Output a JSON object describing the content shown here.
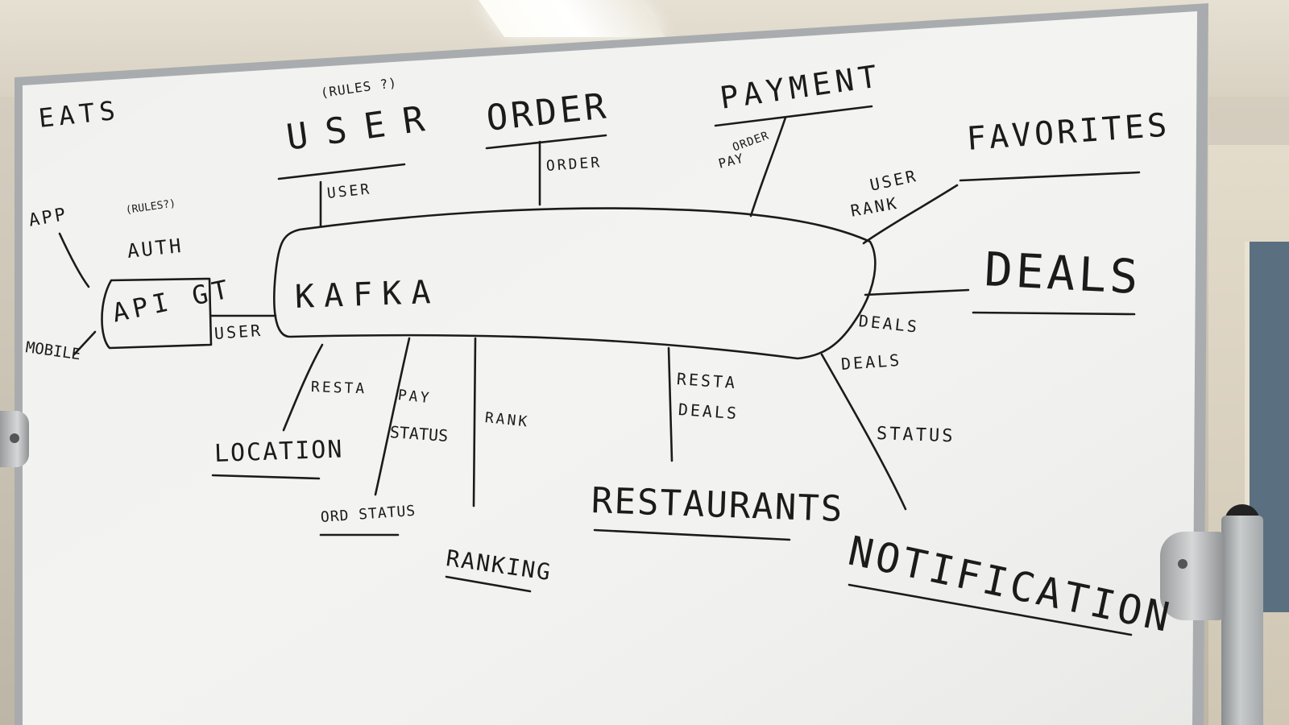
{
  "colors": {
    "board": "#f1f1ef",
    "ink": "#1b1b1b",
    "frame": "#a9acae"
  },
  "board": {
    "corner_note": "EATS",
    "clients": {
      "app": "APP",
      "mobile": "MOBILE",
      "auth_note": "(RULES?)",
      "auth": "AUTH"
    },
    "gateway": {
      "label": "API GT",
      "link_label": "USER"
    },
    "bus": {
      "label": "KAFKA"
    },
    "services": {
      "user": {
        "label": "USER",
        "note": "(RULES ?)",
        "topic": "USER"
      },
      "order": {
        "label": "ORDER",
        "topic": "ORDER"
      },
      "payment": {
        "label": "PAYMENT",
        "topic_1": "ORDER",
        "topic_2": "PAY"
      },
      "favorites": {
        "label": "FAVORITES",
        "topic_1": "USER",
        "topic_2": "RANK"
      },
      "deals": {
        "label": "DEALS",
        "topic": "DEALS"
      },
      "location": {
        "label": "LOCATION",
        "topic": "RESTA"
      },
      "ord_status": {
        "label": "ORD STATUS",
        "topic_1": "PAY",
        "topic_2": "STATUS"
      },
      "ranking": {
        "label": "RANKING",
        "topic": "RANK"
      },
      "restaurants": {
        "label": "RESTAURANTS",
        "topic_1": "RESTA",
        "topic_2": "DEALS"
      },
      "notification": {
        "label": "NOTIFICATION",
        "topic_1": "DEALS",
        "topic_2": "STATUS"
      }
    }
  }
}
